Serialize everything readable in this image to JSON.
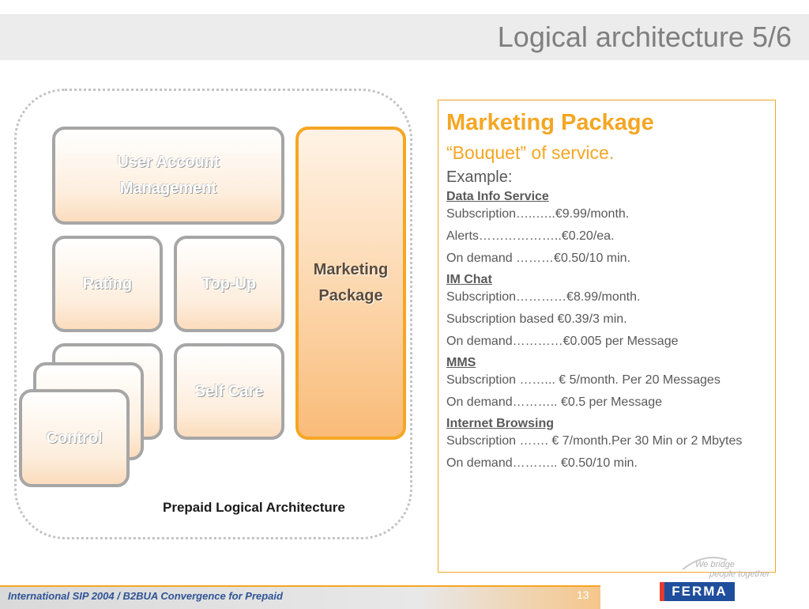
{
  "slide": {
    "title": "Logical architecture 5/6"
  },
  "architecture": {
    "blocks": {
      "user_account": [
        "User Account",
        "Management"
      ],
      "rating": "Rating",
      "topup": "Top-Up",
      "selfcare": "Self Care",
      "control": "Control",
      "marketing": [
        "Marketing",
        "Package"
      ]
    },
    "caption": "Prepaid Logical Architecture"
  },
  "panel": {
    "title": "Marketing Package",
    "subtitle": "“Bouquet” of service.",
    "example_label": "Example:",
    "sections": [
      {
        "heading": "Data Info Service",
        "lines": [
          "Subscription…..…..€9.99/month.",
          "Alerts………………..€0.20/ea.",
          "On demand ………€0.50/10 min."
        ]
      },
      {
        "heading": "IM Chat",
        "lines": [
          "Subscription…………€8.99/month.",
          "Subscription based €0.39/3 min.",
          "On demand…………€0.005 per Message"
        ]
      },
      {
        "heading": "MMS",
        "lines": [
          "Subscription ……... € 5/month. Per 20 Messages",
          "On demand……….. €0.5 per Message"
        ]
      },
      {
        "heading": "Internet Browsing",
        "lines": [
          "Subscription    ……. € 7/month.Per 30 Min or 2 Mbytes",
          "On demand……….. €0.50/10 min."
        ]
      }
    ]
  },
  "branding": {
    "tagline_1": "We bridge",
    "tagline_2": "people together",
    "logo": "FERMA"
  },
  "footer": {
    "text": "International SIP 2004 / B2BUA Convergence for Prepaid",
    "page": "13"
  },
  "colors": {
    "accent": "#f5a623",
    "title_gray": "#7f7f7f",
    "footer_blue": "#2f5496"
  }
}
